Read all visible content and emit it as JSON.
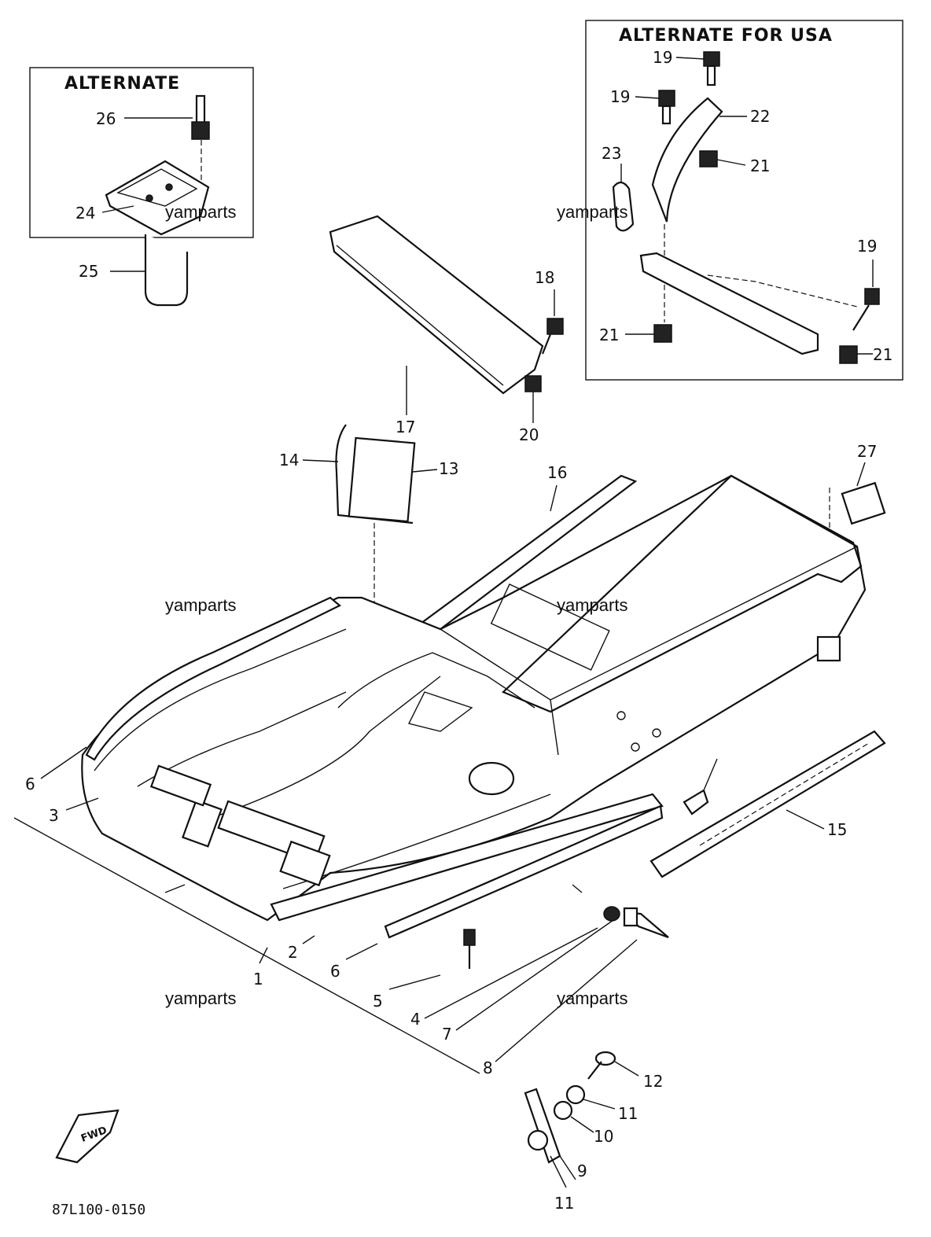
{
  "boxes": {
    "alternate_title": "ALTERNATE",
    "alternate_usa_title": "ALTERNATE FOR USA"
  },
  "watermark": "yamparts",
  "diagram_code": "87L100-0150",
  "fwd_label": "FWD",
  "labels": {
    "n1": "1",
    "n2": "2",
    "n3": "3",
    "n4": "4",
    "n5": "5",
    "n6a": "6",
    "n6b": "6",
    "n7": "7",
    "n8": "8",
    "n9": "9",
    "n10": "10",
    "n11a": "11",
    "n11b": "11",
    "n12": "12",
    "n13": "13",
    "n14": "14",
    "n15": "15",
    "n16": "16",
    "n17": "17",
    "n18": "18",
    "n19a": "19",
    "n19b": "19",
    "n19c": "19",
    "n20": "20",
    "n21a": "21",
    "n21b": "21",
    "n21c": "21",
    "n22": "22",
    "n23": "23",
    "n24": "24",
    "n25": "25",
    "n26": "26",
    "n27": "27"
  }
}
